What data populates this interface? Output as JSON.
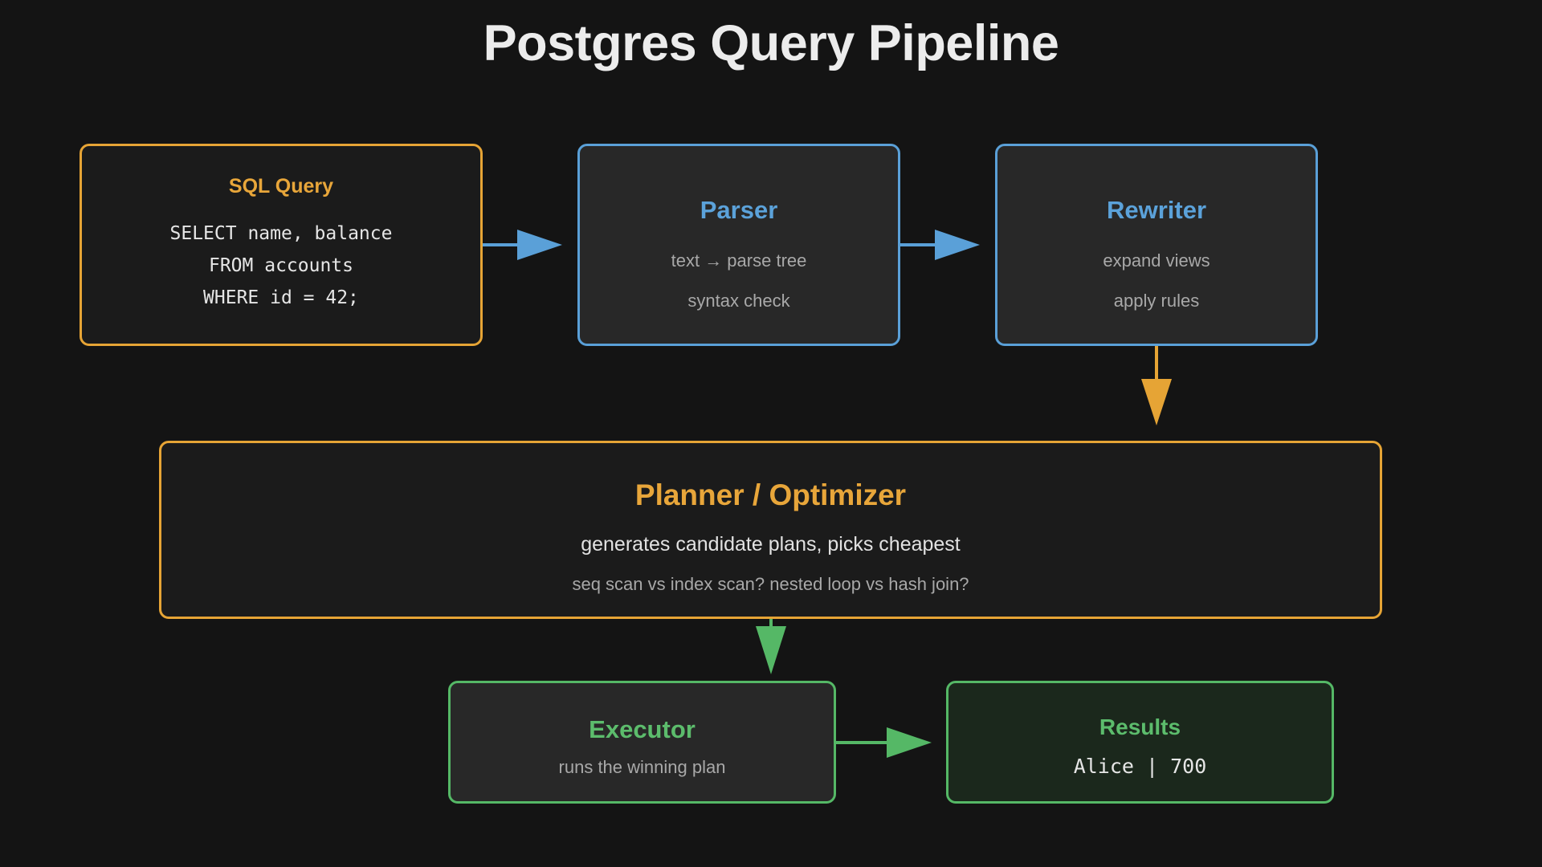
{
  "title": "Postgres Query Pipeline",
  "colors": {
    "background": "#141414",
    "orange": "#e6a435",
    "blue": "#5aa0d8",
    "green": "#55b866"
  },
  "nodes": {
    "sql_query": {
      "heading": "SQL Query",
      "code": [
        "SELECT name, balance",
        "FROM accounts",
        "WHERE id = 42;"
      ]
    },
    "parser": {
      "heading": "Parser",
      "lines": [
        "text → parse tree",
        "syntax check"
      ]
    },
    "rewriter": {
      "heading": "Rewriter",
      "lines": [
        "expand views",
        "apply rules"
      ]
    },
    "planner": {
      "heading": "Planner / Optimizer",
      "line1": "generates candidate plans, picks cheapest",
      "line2": "seq scan vs index scan? nested loop vs hash join?"
    },
    "executor": {
      "heading": "Executor",
      "line": "runs the winning plan"
    },
    "results": {
      "heading": "Results",
      "value": "Alice | 700"
    }
  },
  "edges": [
    {
      "from": "SQL Query",
      "to": "Parser",
      "color": "#5aa0d8"
    },
    {
      "from": "Parser",
      "to": "Rewriter",
      "color": "#5aa0d8"
    },
    {
      "from": "Rewriter",
      "to": "Planner / Optimizer",
      "color": "#e6a435"
    },
    {
      "from": "Planner / Optimizer",
      "to": "Executor",
      "color": "#55b866"
    },
    {
      "from": "Executor",
      "to": "Results",
      "color": "#55b866"
    }
  ]
}
